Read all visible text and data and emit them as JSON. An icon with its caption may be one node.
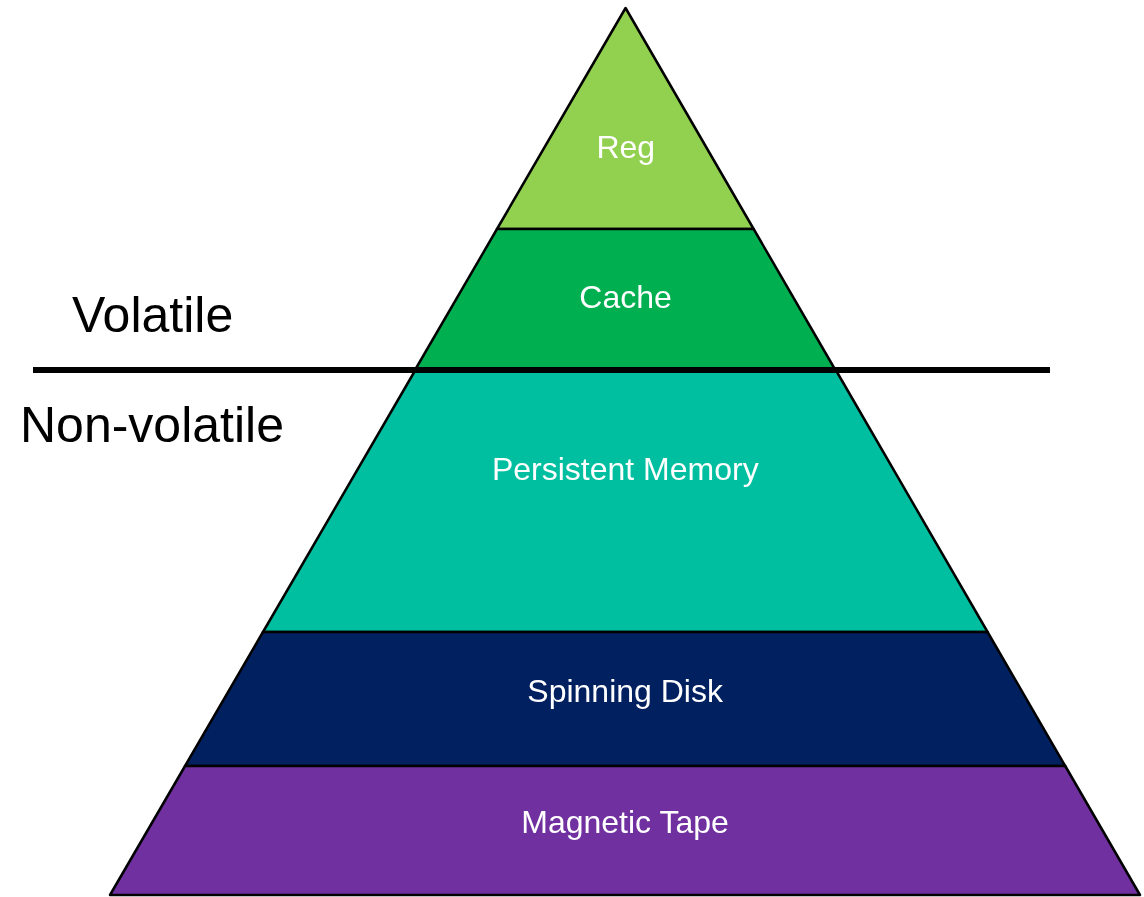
{
  "diagram": {
    "nodes": [
      {
        "text": [
          "Reg"
        ]
      },
      {
        "text": [
          "Cache"
        ]
      },
      {
        "text": [
          "Persistent Memory"
        ]
      },
      {
        "text": [
          "Spinning Disk"
        ]
      },
      {
        "text": [
          "Magnetic Tape"
        ]
      }
    ],
    "labels": [
      "Volatile",
      "Non-volatile"
    ]
  }
}
